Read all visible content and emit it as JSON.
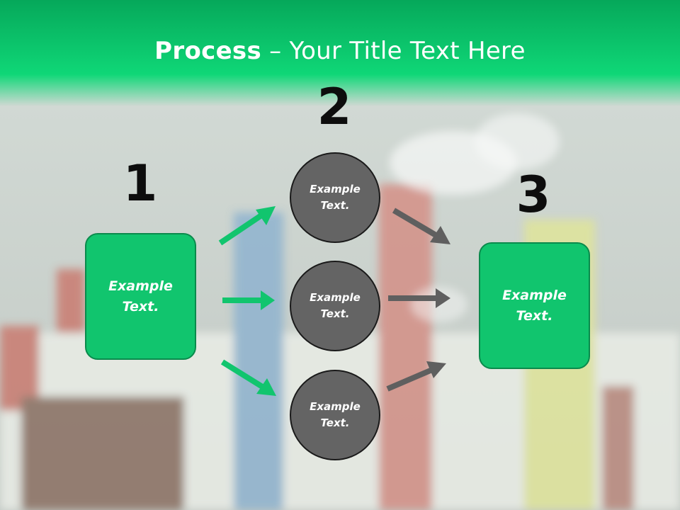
{
  "title": {
    "bold": "Process",
    "rest": " – Your Title Text Here"
  },
  "steps": {
    "one": {
      "number": "1",
      "text_line1": "Example",
      "text_line2": "Text."
    },
    "two": {
      "number": "2",
      "circles": [
        {
          "line1": "Example",
          "line2": "Text."
        },
        {
          "line1": "Example",
          "line2": "Text."
        },
        {
          "line1": "Example",
          "line2": "Text."
        }
      ]
    },
    "three": {
      "number": "3",
      "text_line1": "Example",
      "text_line2": "Text."
    }
  },
  "colors": {
    "accent": "#11c56e",
    "header": "#0fd777",
    "circle": "#646464",
    "arrow_gray": "#5f5f5f"
  }
}
